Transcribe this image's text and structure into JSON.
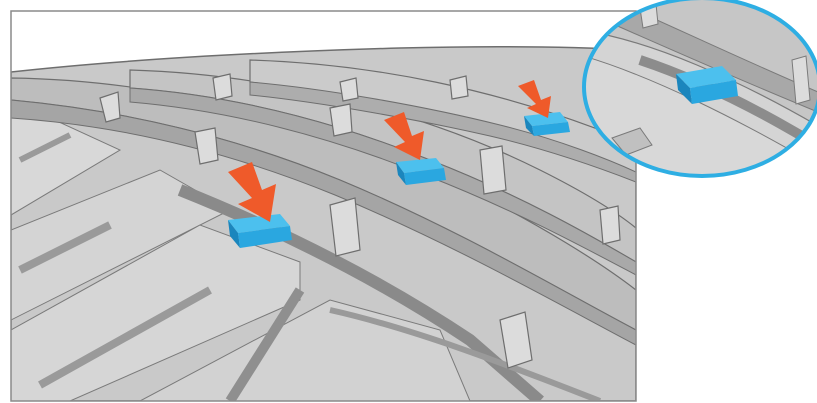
{
  "figure": {
    "subject": "tire-tread-wear-indicators",
    "indicator_count": 3,
    "magnified_inset": true
  },
  "colors": {
    "background": "#ffffff",
    "tread_light": "#d4d4d4",
    "tread_mid": "#bdbdbd",
    "tread_dark": "#8f8f8f",
    "groove": "#a9a9a9",
    "outline": "#6e6e6e",
    "indicator": "#2aa7e0",
    "indicator_shade": "#1b86bd",
    "arrow": "#ef5a2a",
    "inset_ring": "#2eaee3"
  },
  "icons": {
    "pointer": "down-arrow-icon",
    "indicator": "tread-wear-bar"
  }
}
